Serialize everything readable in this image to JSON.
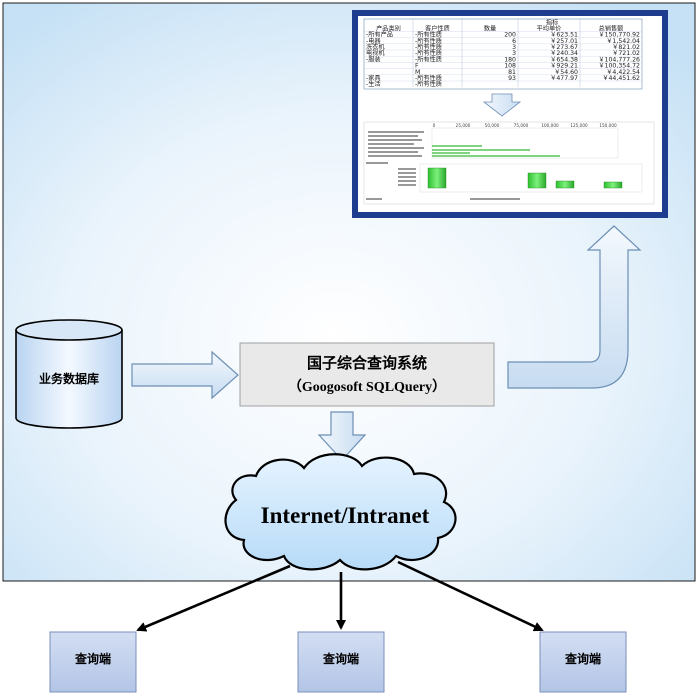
{
  "colors": {
    "panel_gradient_center": "#ffffff",
    "panel_gradient_edge": "#cfe6f7",
    "box_fill": "#e9e9e9",
    "client_fill": "#c5d3ee",
    "arrow_fill": "#dbeaf8",
    "arrow_stroke": "#6d8fb5",
    "cloud_fill": "#cde6fb",
    "screenshot_bg": "#1f3c8a",
    "chart_bar": "#33cc33"
  },
  "system": {
    "title": "国子综合查询系统",
    "subtitle": "（Googosoft SQLQuery）"
  },
  "database": {
    "label": "业务数据库"
  },
  "network": {
    "label": "Internet/Intranet"
  },
  "clients": [
    {
      "label": "查询端"
    },
    {
      "label": "查询端"
    },
    {
      "label": "查询端"
    }
  ],
  "report_table": {
    "header_top": "指标",
    "headers": [
      "产品类别",
      "客户性质",
      "数量",
      "平均单价",
      "总销售额"
    ],
    "rows": [
      [
        "-所有产品",
        "-所有性质",
        "200",
        "￥623.51",
        "￥150,770.92"
      ],
      [
        "-电器",
        "-所有性质",
        "6",
        "￥257.01",
        "￥1,542.04"
      ],
      [
        "洗衣机",
        "-所有性质",
        "3",
        "￥273.67",
        "￥821.02"
      ],
      [
        "电视机",
        "-所有性质",
        "3",
        "￥240.34",
        "￥721.02"
      ],
      [
        "-服装",
        "-所有性质",
        "180",
        "￥654.38",
        "￥104,777.26"
      ],
      [
        "",
        "F",
        "108",
        "￥929.21",
        "￥100,354.72"
      ],
      [
        "",
        "M",
        "81",
        "￥54.60",
        "￥4,422.54"
      ],
      [
        "-家具",
        "-所有性质",
        "93",
        "￥477.97",
        "￥44,451.62"
      ],
      [
        "-生活",
        "-所有性质",
        "",
        "",
        ""
      ]
    ]
  },
  "mini_chart": {
    "axis_ticks": [
      "0",
      "25,000",
      "50,000",
      "75,000",
      "100,000",
      "125,000",
      "150,000"
    ]
  }
}
